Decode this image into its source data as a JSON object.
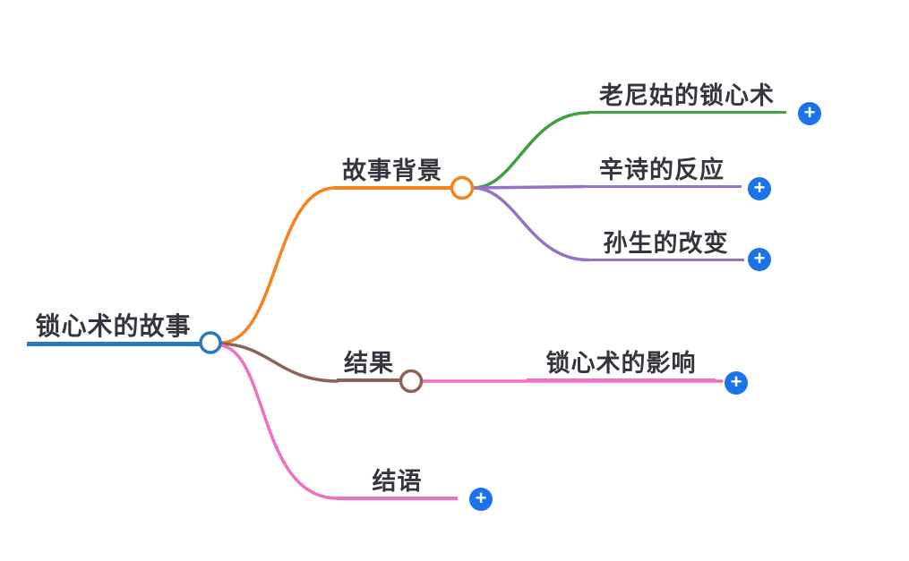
{
  "canvas": {
    "background": "#ffffff",
    "text_color": "#35353D"
  },
  "ui": {
    "plus_button_color": "#1A73E8",
    "plus_icon_color": "#ffffff"
  },
  "icons": {
    "plus": "+"
  },
  "mindmap": {
    "root": {
      "label": "锁心术的故事",
      "color": "#2779BD"
    },
    "branches": [
      {
        "label": "故事背景",
        "color": "#F7821B",
        "children": [
          {
            "label": "老尼姑的锁心术",
            "color": "#3FA23E"
          },
          {
            "label": "辛诗的反应",
            "color": "#9572C4"
          },
          {
            "label": "孙生的改变",
            "color": "#9572C4"
          }
        ]
      },
      {
        "label": "结果",
        "color": "#8C6357",
        "children": [
          {
            "label": "锁心术的影响",
            "color": "#F06FBE"
          }
        ]
      },
      {
        "label": "结语",
        "color": "#F06FBE",
        "children": []
      }
    ]
  }
}
